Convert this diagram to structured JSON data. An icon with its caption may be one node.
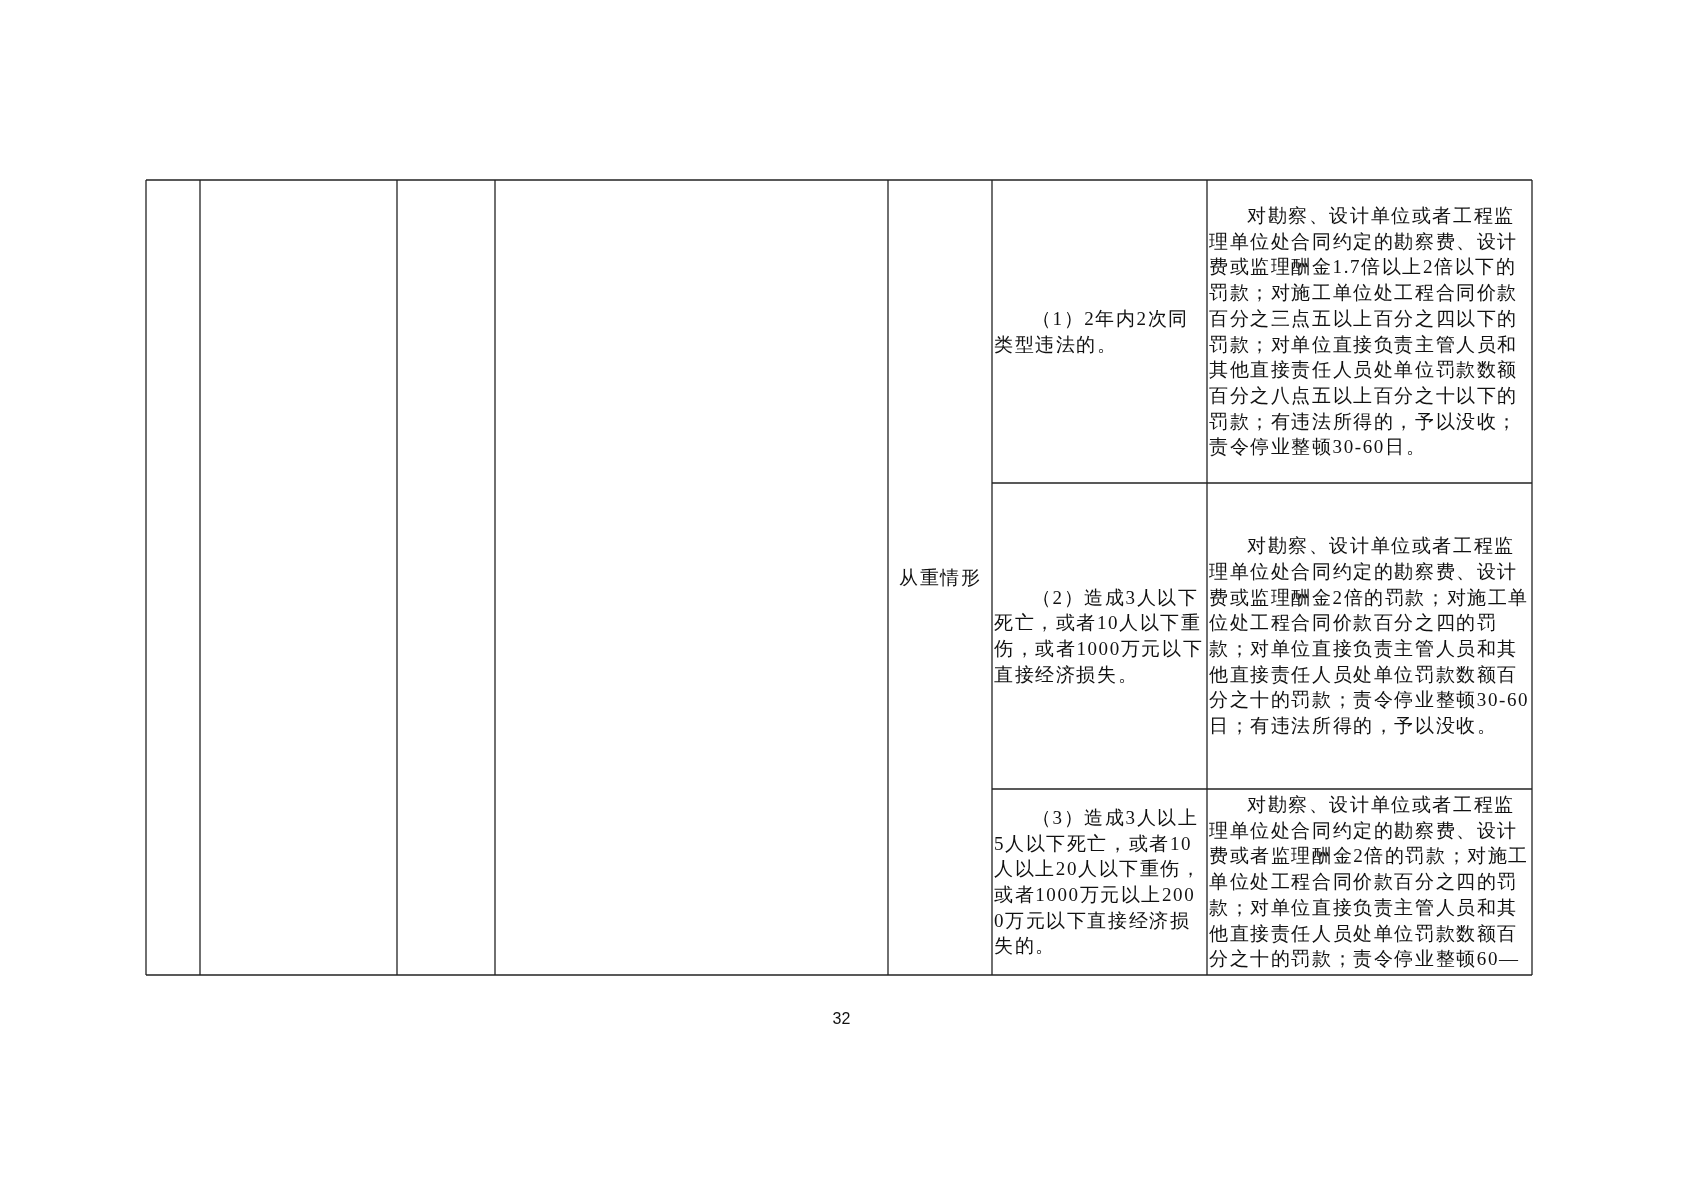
{
  "diagram": {
    "labels": [
      "从重情形",
      "（1）2年内2次同类型违法的。",
      "对勘察、设计单位或者工程监理单位处合同约定的勘察费、设计费或监理酬金1.7倍以上2倍以下的罚款；对施工单位处工程合同价款百分之三点五以上百分之四以下的罚款；对单位直接负责主管人员和其他直接责任人员处单位罚款数额百分之八点五以上百分之十以下的罚款；有违法所得的，予以没收；责令停业整顿30-60日。",
      "（2）造成3人以下死亡，或者10人以下重伤，或者1000万元以下直接经济损失。",
      "对勘察、设计单位或者工程监理单位处合同约定的勘察费、设计费或监理酬金2倍的罚款；对施工单位处工程合同价款百分之四的罚款；对单位直接负责主管人员和其他直接责任人员处单位罚款数额百分之十的罚款；责令停业整顿30-60日；有违法所得的，予以没收。",
      "（3）造成3人以上5人以下死亡，或者10人以上20人以下重伤，或者1000万元以上2000万元以下直接经济损失的。",
      "对勘察、设计单位或者工程监理单位处合同约定的勘察费、设计费或者监理酬金2倍的罚款；对施工单位处工程合同价款百分之四的罚款；对单位直接负责主管人员和其他直接责任人员处单位罚款数额百分之十的罚款；责令停业整顿60—",
      "32"
    ]
  }
}
